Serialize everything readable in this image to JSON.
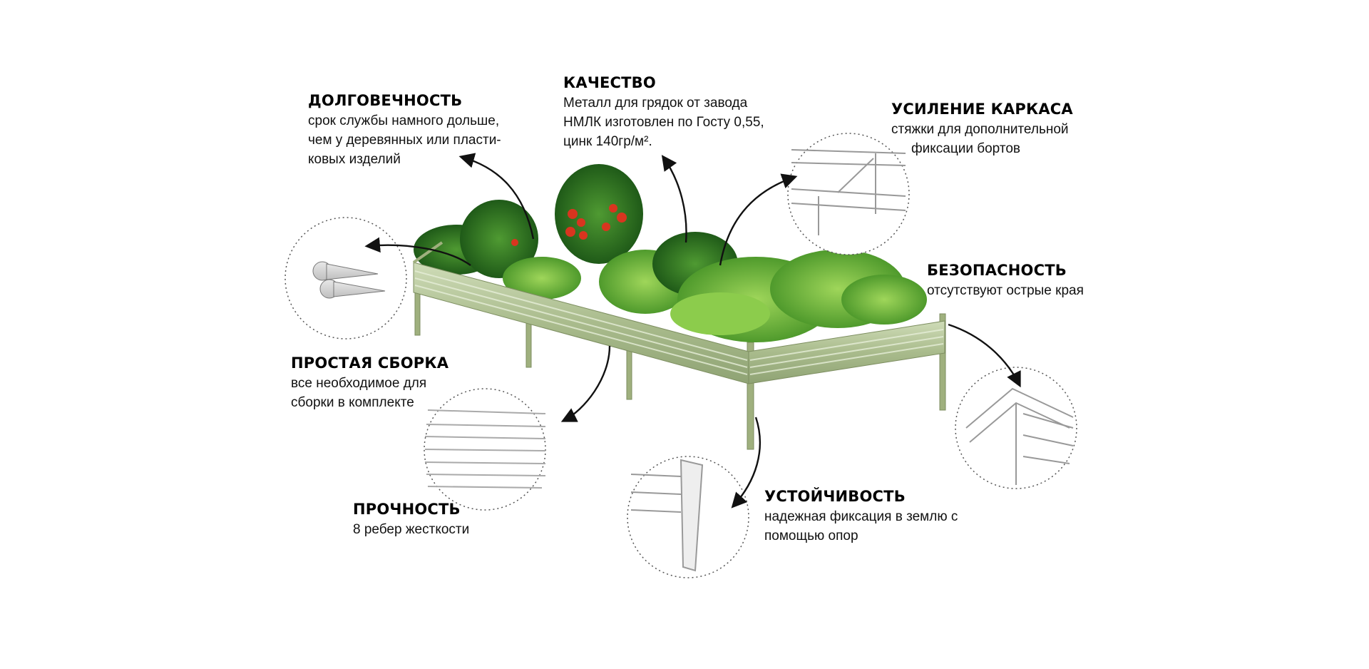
{
  "features": {
    "durability": {
      "title": "ДОЛГОВЕЧНОСТЬ",
      "lines": [
        "срок службы намного дольше,",
        "чем у деревянных или пласти-",
        "ковых изделий"
      ]
    },
    "quality": {
      "title": "КАЧЕСТВО",
      "lines": [
        "Металл для грядок от завода",
        "НМЛК изготовлен по Госту 0,55,",
        "цинк 140гр/м²."
      ]
    },
    "frame": {
      "title": "УСИЛЕНИЕ КАРКАСА",
      "lines": [
        "стяжки для дополнительной",
        "фиксации бортов"
      ]
    },
    "safety": {
      "title": "БЕЗОПАСНОСТЬ",
      "lines": [
        "отсутствуют острые края"
      ]
    },
    "assembly": {
      "title": "ПРОСТАЯ СБОРКА",
      "lines": [
        "все необходимое для",
        "сборки в комплекте"
      ]
    },
    "strength": {
      "title": "ПРОЧНОСТЬ",
      "lines": [
        "8 ребер жесткости"
      ]
    },
    "stability": {
      "title": "УСТОЙЧИВОСТЬ",
      "lines": [
        "надежная фиксация в землю с",
        "помощью опор"
      ]
    }
  },
  "colors": {
    "frame_metal": "#b9c9a0",
    "foliage_dark": "#2f7a22",
    "foliage_light": "#7cc241",
    "tomato": "#d9351f",
    "arrow": "#111111"
  }
}
